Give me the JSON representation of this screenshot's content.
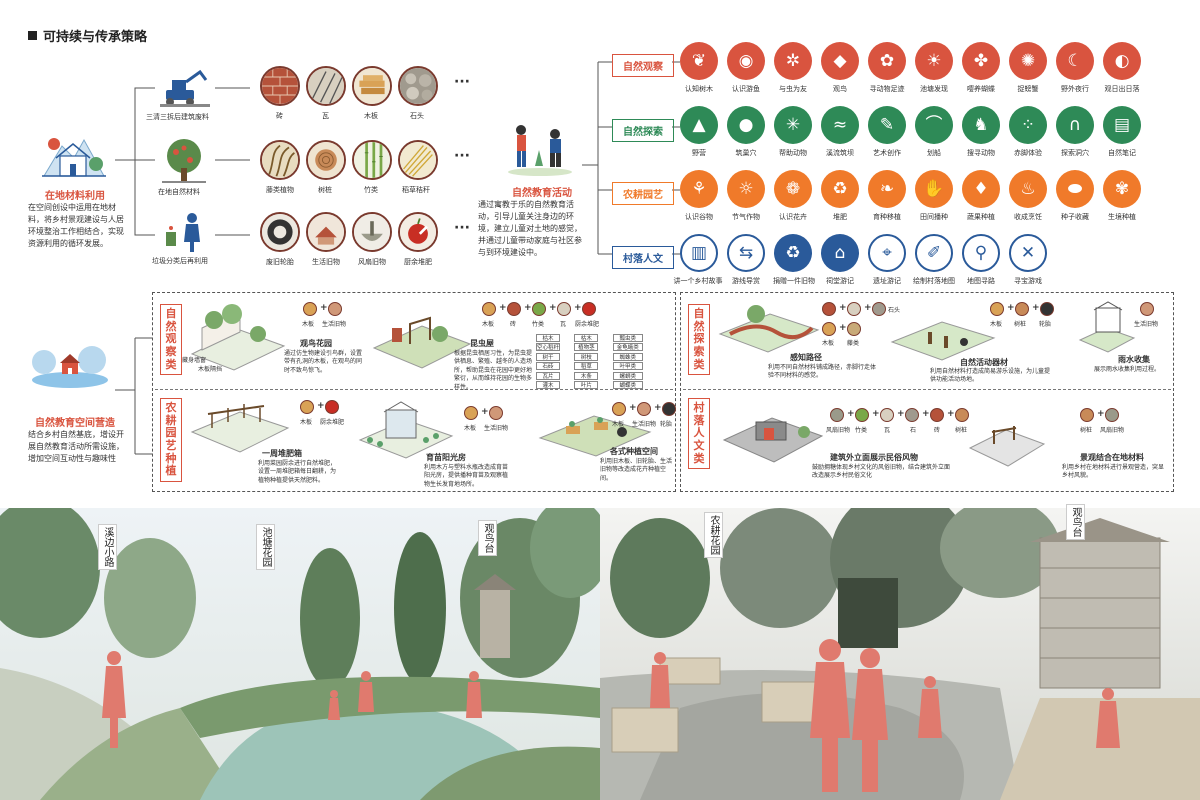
{
  "page_title": "可持续与传承策略",
  "materials": {
    "heading": "在地材料利用",
    "description": "在空间创设中运用在地材料，将乡村景观建设与人居环境整治工作相结合，实现资源利用的循环发展。",
    "groups": [
      {
        "label": "三清三拆后建筑废料",
        "items": [
          "砖",
          "瓦",
          "木板",
          "石头"
        ]
      },
      {
        "label": "在地自然材料",
        "items": [
          "藤类植物",
          "树桩",
          "竹类",
          "稻草秸秆"
        ]
      },
      {
        "label": "垃圾分类后再利用",
        "items": [
          "废旧轮胎",
          "生活旧物",
          "风扇旧物",
          "厨余堆肥"
        ]
      }
    ],
    "ellipsis": "···"
  },
  "nature_edu": {
    "heading": "自然教育活动",
    "description": "通过寓教于乐的自然教育活动，引导儿童关注身边的环境，建立儿童对土地的感觉，并通过儿童带动家庭与社区参与到环境建设中。"
  },
  "activity_categories": [
    {
      "name": "自然观察",
      "color": "#d9543f",
      "items": [
        "认知树木",
        "认识游鱼",
        "与虫为友",
        "观鸟",
        "寻动物足迹",
        "池塘发现",
        "嘤养蝴蝶",
        "捉螃蟹",
        "野外夜行",
        "观日出日落"
      ]
    },
    {
      "name": "自然探索",
      "color": "#2e8a57",
      "items": [
        "野营",
        "筑巢穴",
        "帮助动物",
        "溪流筑坝",
        "艺术创作",
        "划船",
        "搜寻动物",
        "赤脚体验",
        "探索洞穴",
        "自然笔记"
      ]
    },
    {
      "name": "农耕园艺",
      "color": "#f07a2a",
      "items": [
        "认识谷物",
        "节气作物",
        "认识花卉",
        "堆肥",
        "育种移植",
        "田间播种",
        "蔬果种植",
        "收成烹饪",
        "种子收藏",
        "生境种植"
      ]
    },
    {
      "name": "村落人文",
      "color": "#2a5a9a",
      "items": [
        "讲一个乡村故事",
        "游线导赏",
        "捐赠一件旧物",
        "祠堂游记",
        "遗址游记",
        "绘制村落地图",
        "地图寻路",
        "寻宝游戏"
      ]
    }
  ],
  "space": {
    "heading": "自然教育空间营造",
    "description": "结合乡村自然基底，增设开展自然教育活动所需设施，增加空间互动性与趣味性"
  },
  "panels": {
    "observe": {
      "label": "自然观察类",
      "sites": [
        {
          "name": "观鸟花园",
          "desc": "通过仿生物建设引鸟群，设置带有孔洞的木板，在观鸟的同时不致鸟惊飞。",
          "mats": [
            "木板",
            "生活旧物"
          ],
          "tags": [
            "藏身墙窗",
            "木板隔挡"
          ]
        },
        {
          "name": "昆虫屋",
          "desc": "根据昆虫栖居习性，为昆虫提供栖息、繁殖、越冬的人造场所，帮助昆虫在花园中更好地繁衍，从而维持花园的生物多样性。",
          "mats": [
            "木板",
            "砖",
            "竹类",
            "瓦",
            "厨余堆肥"
          ],
          "table": [
            "枯木",
            "枯木",
            "瓢虫类",
            "空心稻秆",
            "植物茎",
            "金龟蛾类",
            "树干",
            "树枝",
            "蜘蛛类",
            "石砖",
            "稻草",
            "叶甲类",
            "瓦片",
            "木条",
            "螺蛳类",
            "灌木",
            "叶片",
            "蝴蝶类"
          ]
        }
      ]
    },
    "explore": {
      "label": "自然探索类",
      "sites": [
        {
          "name": "感知路径",
          "desc": "利用不同自然材料铺成路径，赤脚行走体验不同材料的感觉。",
          "mats": [
            "砖",
            "瓦",
            "石头",
            "木板",
            "藤类"
          ]
        },
        {
          "name": "自然活动器材",
          "desc": "利用自然材料打造成简易游乐设施，为儿童提供功能活动场地。",
          "mats": [
            "木板",
            "树桩",
            "轮胎"
          ]
        },
        {
          "name": "雨水收集",
          "desc": "展示雨水收集利用过程。",
          "mats": [
            "生活旧物"
          ]
        }
      ]
    },
    "farm": {
      "label": "农耕园艺种植",
      "sites": [
        {
          "name": "一周堆肥箱",
          "desc": "利用菜园厨余进行自然堆肥，设置一周堆肥箱每日翻耕，为植物种植提供天然肥料。",
          "mats": [
            "木板",
            "厨余堆肥"
          ]
        },
        {
          "name": "育苗阳光房",
          "desc": "利用木方与塑料水瓶改造成育苗阳光房，提供播种育苗及观察植物生长发育地场所。",
          "mats": [
            "木板",
            "生活旧物"
          ]
        },
        {
          "name": "各式种植空间",
          "desc": "利用旧木板、旧轮胎、生活旧物等改造成花卉种植空间。",
          "mats": [
            "木板",
            "生活旧物",
            "轮胎"
          ]
        }
      ]
    },
    "village": {
      "label": "村落人文类",
      "sites": [
        {
          "name": "建筑外立面展示民俗风物",
          "desc": "鼓励拥糖体现乡村文化的风俗旧物，结合建筑外立面改造展示乡村民俗文化",
          "mats": [
            "风扇旧物",
            "竹类",
            "瓦",
            "石",
            "砖",
            "树桩"
          ]
        },
        {
          "name": "景观结合在地材料",
          "desc": "利用乡村在地材料进行景观营造，突显乡村风貌。",
          "mats": [
            "树桩",
            "风扇旧物"
          ]
        }
      ]
    }
  },
  "scene_tags": [
    "溪边小路",
    "池塘花园",
    "观鸟台",
    "农耕花园",
    "观鸟台"
  ],
  "colors": {
    "accent": "#d9543f",
    "green": "#2e8a57",
    "orange": "#f07a2a",
    "blue": "#2a5a9a"
  }
}
